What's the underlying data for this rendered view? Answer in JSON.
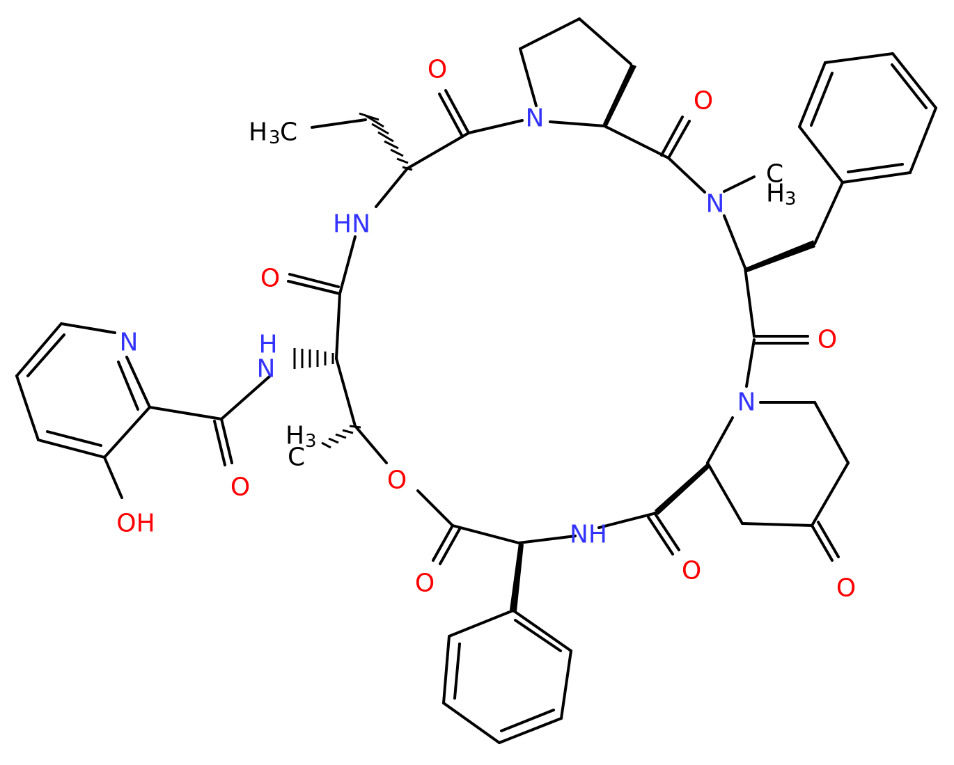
{
  "colors": {
    "bond": "#000000",
    "N": "#3333ff",
    "O": "#ff0000",
    "C": "#000000"
  },
  "atoms": {
    "N_pro": "N",
    "N_me": "N",
    "CH3_nme": "CH3",
    "HN_top": "HN",
    "H3C_ethyl": "H3C",
    "O_pro_co": "O",
    "O_top_mid": "O",
    "O_left_co": "O",
    "O_right_co": "O",
    "N_pip": "N",
    "NH_left_h": "H",
    "NH_left_n": "N",
    "N_pyr": "N",
    "O_amide_pyr": "O",
    "OH": "OH",
    "CH3_thr": "H3C",
    "O_ester_ring": "O",
    "O_ester_co": "O",
    "NH_bottom": "NH",
    "O_bottom_co": "O",
    "O_ketone": "O"
  }
}
